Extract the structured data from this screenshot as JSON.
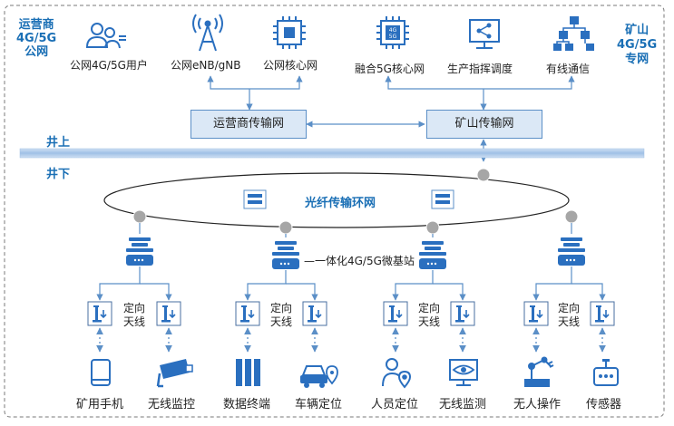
{
  "public_network": {
    "label_line1": "运营商",
    "label_line2": "4G/5G",
    "label_line3": "公网"
  },
  "private_network": {
    "label_line1": "矿山",
    "label_line2": "4G/5G",
    "label_line3": "专网"
  },
  "top_items": [
    {
      "label": "公网4G/5G用户",
      "icon": "users-icon"
    },
    {
      "label": "公网eNB/gNB",
      "icon": "antenna-tower-icon"
    },
    {
      "label": "公网核心网",
      "icon": "chip-icon"
    },
    {
      "label": "融合5G核心网",
      "icon": "5g-chip-icon"
    },
    {
      "label": "生产指挥调度",
      "icon": "monitor-share-icon"
    },
    {
      "label": "有线通信",
      "icon": "network-tree-icon"
    }
  ],
  "carrier_transport": "运营商传输网",
  "mine_transport": "矿山传输网",
  "above_ground": "井上",
  "underground": "井下",
  "fiber_ring": "光纤传输环网",
  "base_station": "一体化4G/5G微基站",
  "antenna_label_line1": "定向",
  "antenna_label_line2": "天线",
  "bottom_items": [
    {
      "label": "矿用手机",
      "icon": "mobile-phone-icon"
    },
    {
      "label": "无线监控",
      "icon": "cctv-camera-icon"
    },
    {
      "label": "数据终端",
      "icon": "data-terminal-icon"
    },
    {
      "label": "车辆定位",
      "icon": "vehicle-location-icon"
    },
    {
      "label": "人员定位",
      "icon": "person-location-icon"
    },
    {
      "label": "无线监测",
      "icon": "monitor-eye-icon"
    },
    {
      "label": "无人操作",
      "icon": "robot-arm-icon"
    },
    {
      "label": "传感器",
      "icon": "sensor-icon"
    }
  ],
  "colors": {
    "accent": "#1a6fb5",
    "line": "#5b8fc7",
    "box_fill": "#dbe8f6",
    "node": "#a6a6a6"
  }
}
